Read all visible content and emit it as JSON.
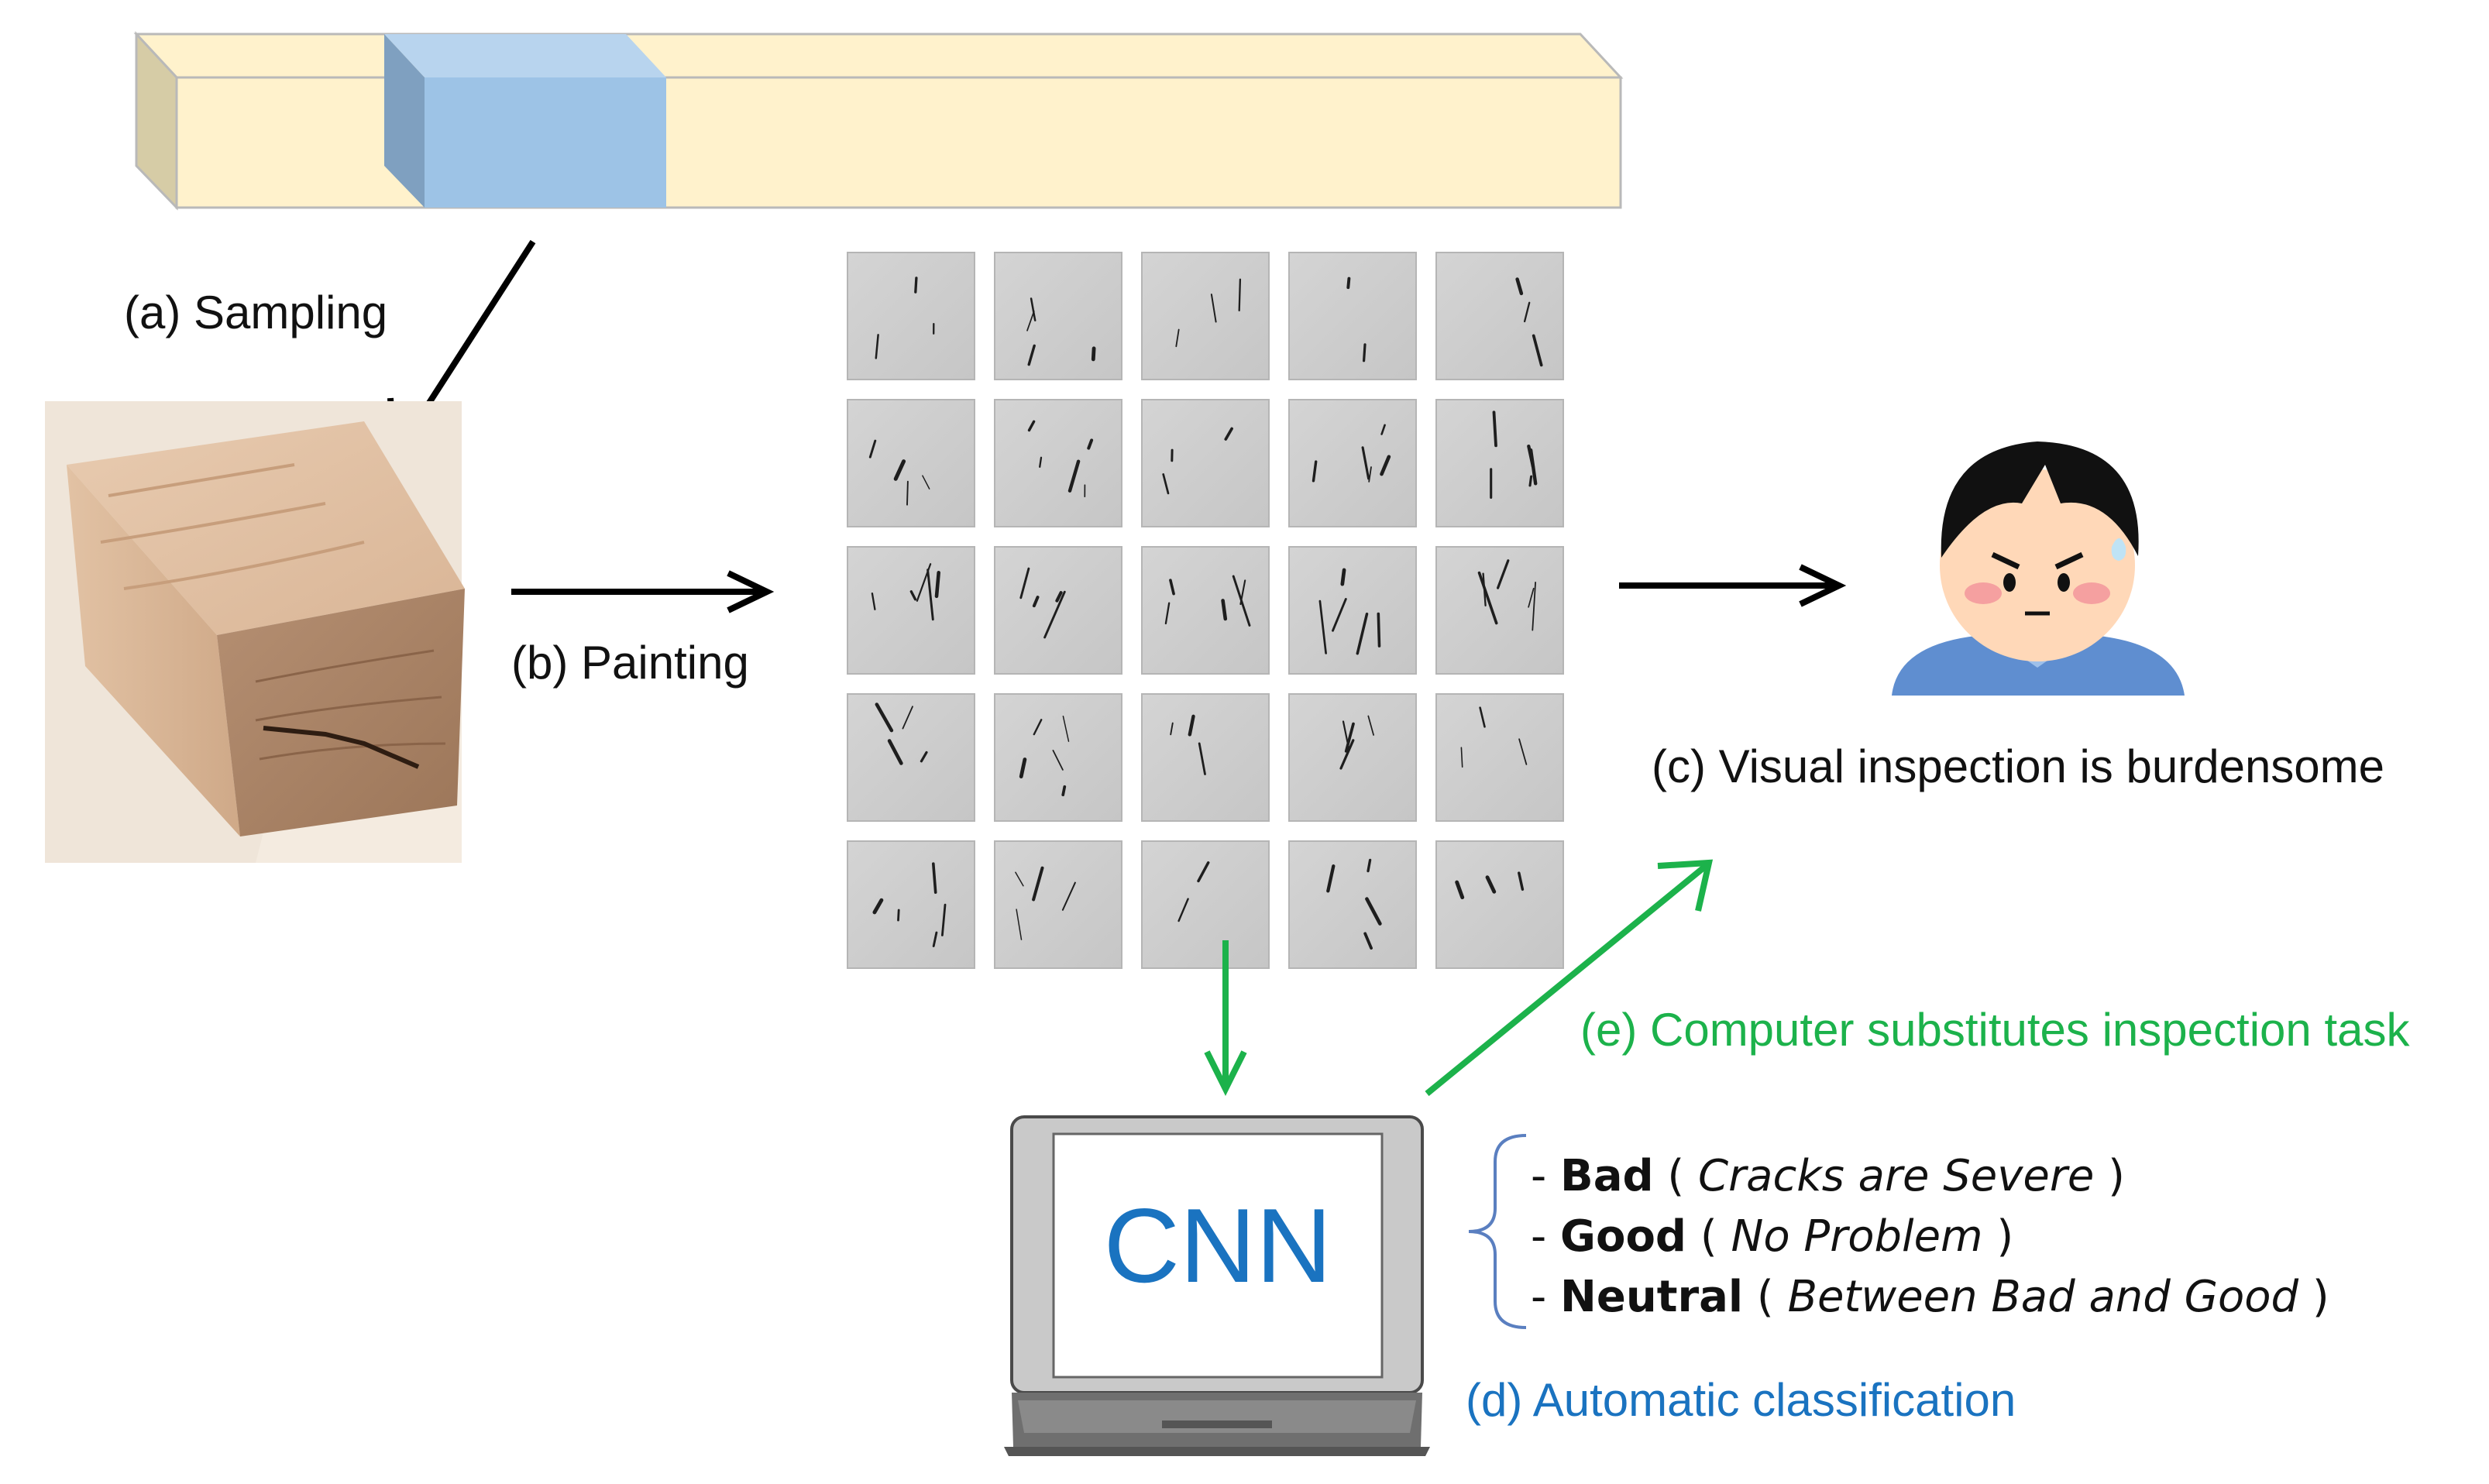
{
  "labels": {
    "sampling": "(a) Sampling",
    "painting": "(b) Painting",
    "visual_inspection": "(c) Visual inspection is burdensome",
    "automatic_classification": "(d) Automatic classification",
    "computer_substitutes": "(e) Computer substitutes inspection task"
  },
  "cnn_label": "CNN",
  "classes": [
    {
      "dash": "- ",
      "name": "Bad",
      "open": " ( ",
      "description": "Cracks are Severe",
      "close": " )"
    },
    {
      "dash": "- ",
      "name": "Good",
      "open": " ( ",
      "description": "No Problem",
      "close": " )"
    },
    {
      "dash": "- ",
      "name": "Neutral",
      "open": " ( ",
      "description": "Between Bad and Good",
      "close": " )"
    }
  ],
  "colors": {
    "black_arrow": "#000000",
    "green_arrow": "#1cb24b",
    "green_text": "#1cb24b",
    "blue_text": "#1a73c0",
    "beam_fill": "#fff2cc",
    "sample_fill": "#9dc3e6"
  },
  "icons": [
    "lumber-beam",
    "timber-sample-photo",
    "crack-image-grid",
    "worried-inspector-icon",
    "laptop-icon"
  ]
}
